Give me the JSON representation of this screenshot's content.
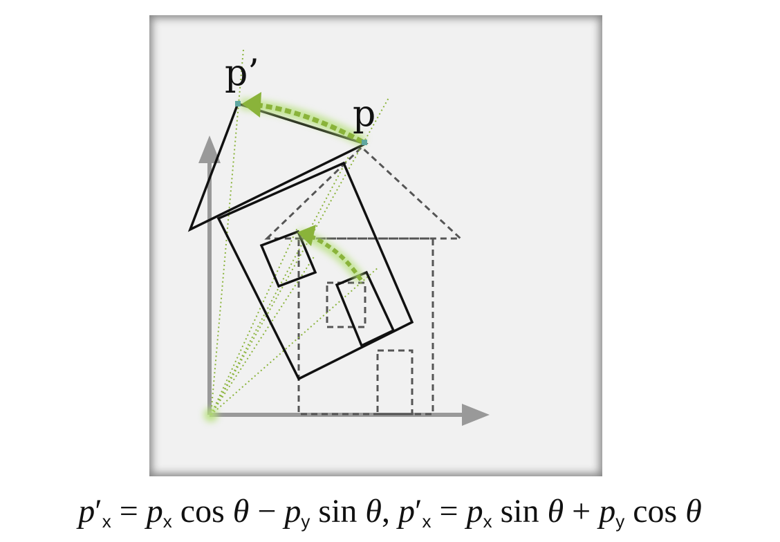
{
  "labels": {
    "point_original": "p",
    "point_rotated": "p’"
  },
  "formula": {
    "p": "p",
    "prime": "′",
    "sub_x": "x",
    "sub_y": "y",
    "eq": " = ",
    "cos": "cos",
    "sin": "sin",
    "theta": "θ",
    "minus": " − ",
    "plus": " + ",
    "comma": ", "
  },
  "colors": {
    "house_original": "#555555",
    "house_rotated": "#111111",
    "axis": "#999999",
    "guide_lines": "#8ab33a",
    "arrow_glow": "#a8d26a",
    "point_marker": "#5fa7a0"
  },
  "icons": {
    "x_axis_arrow": "arrow-right-icon",
    "y_axis_arrow": "arrow-up-icon",
    "rotation_arrow": "curved-arrow-icon"
  }
}
